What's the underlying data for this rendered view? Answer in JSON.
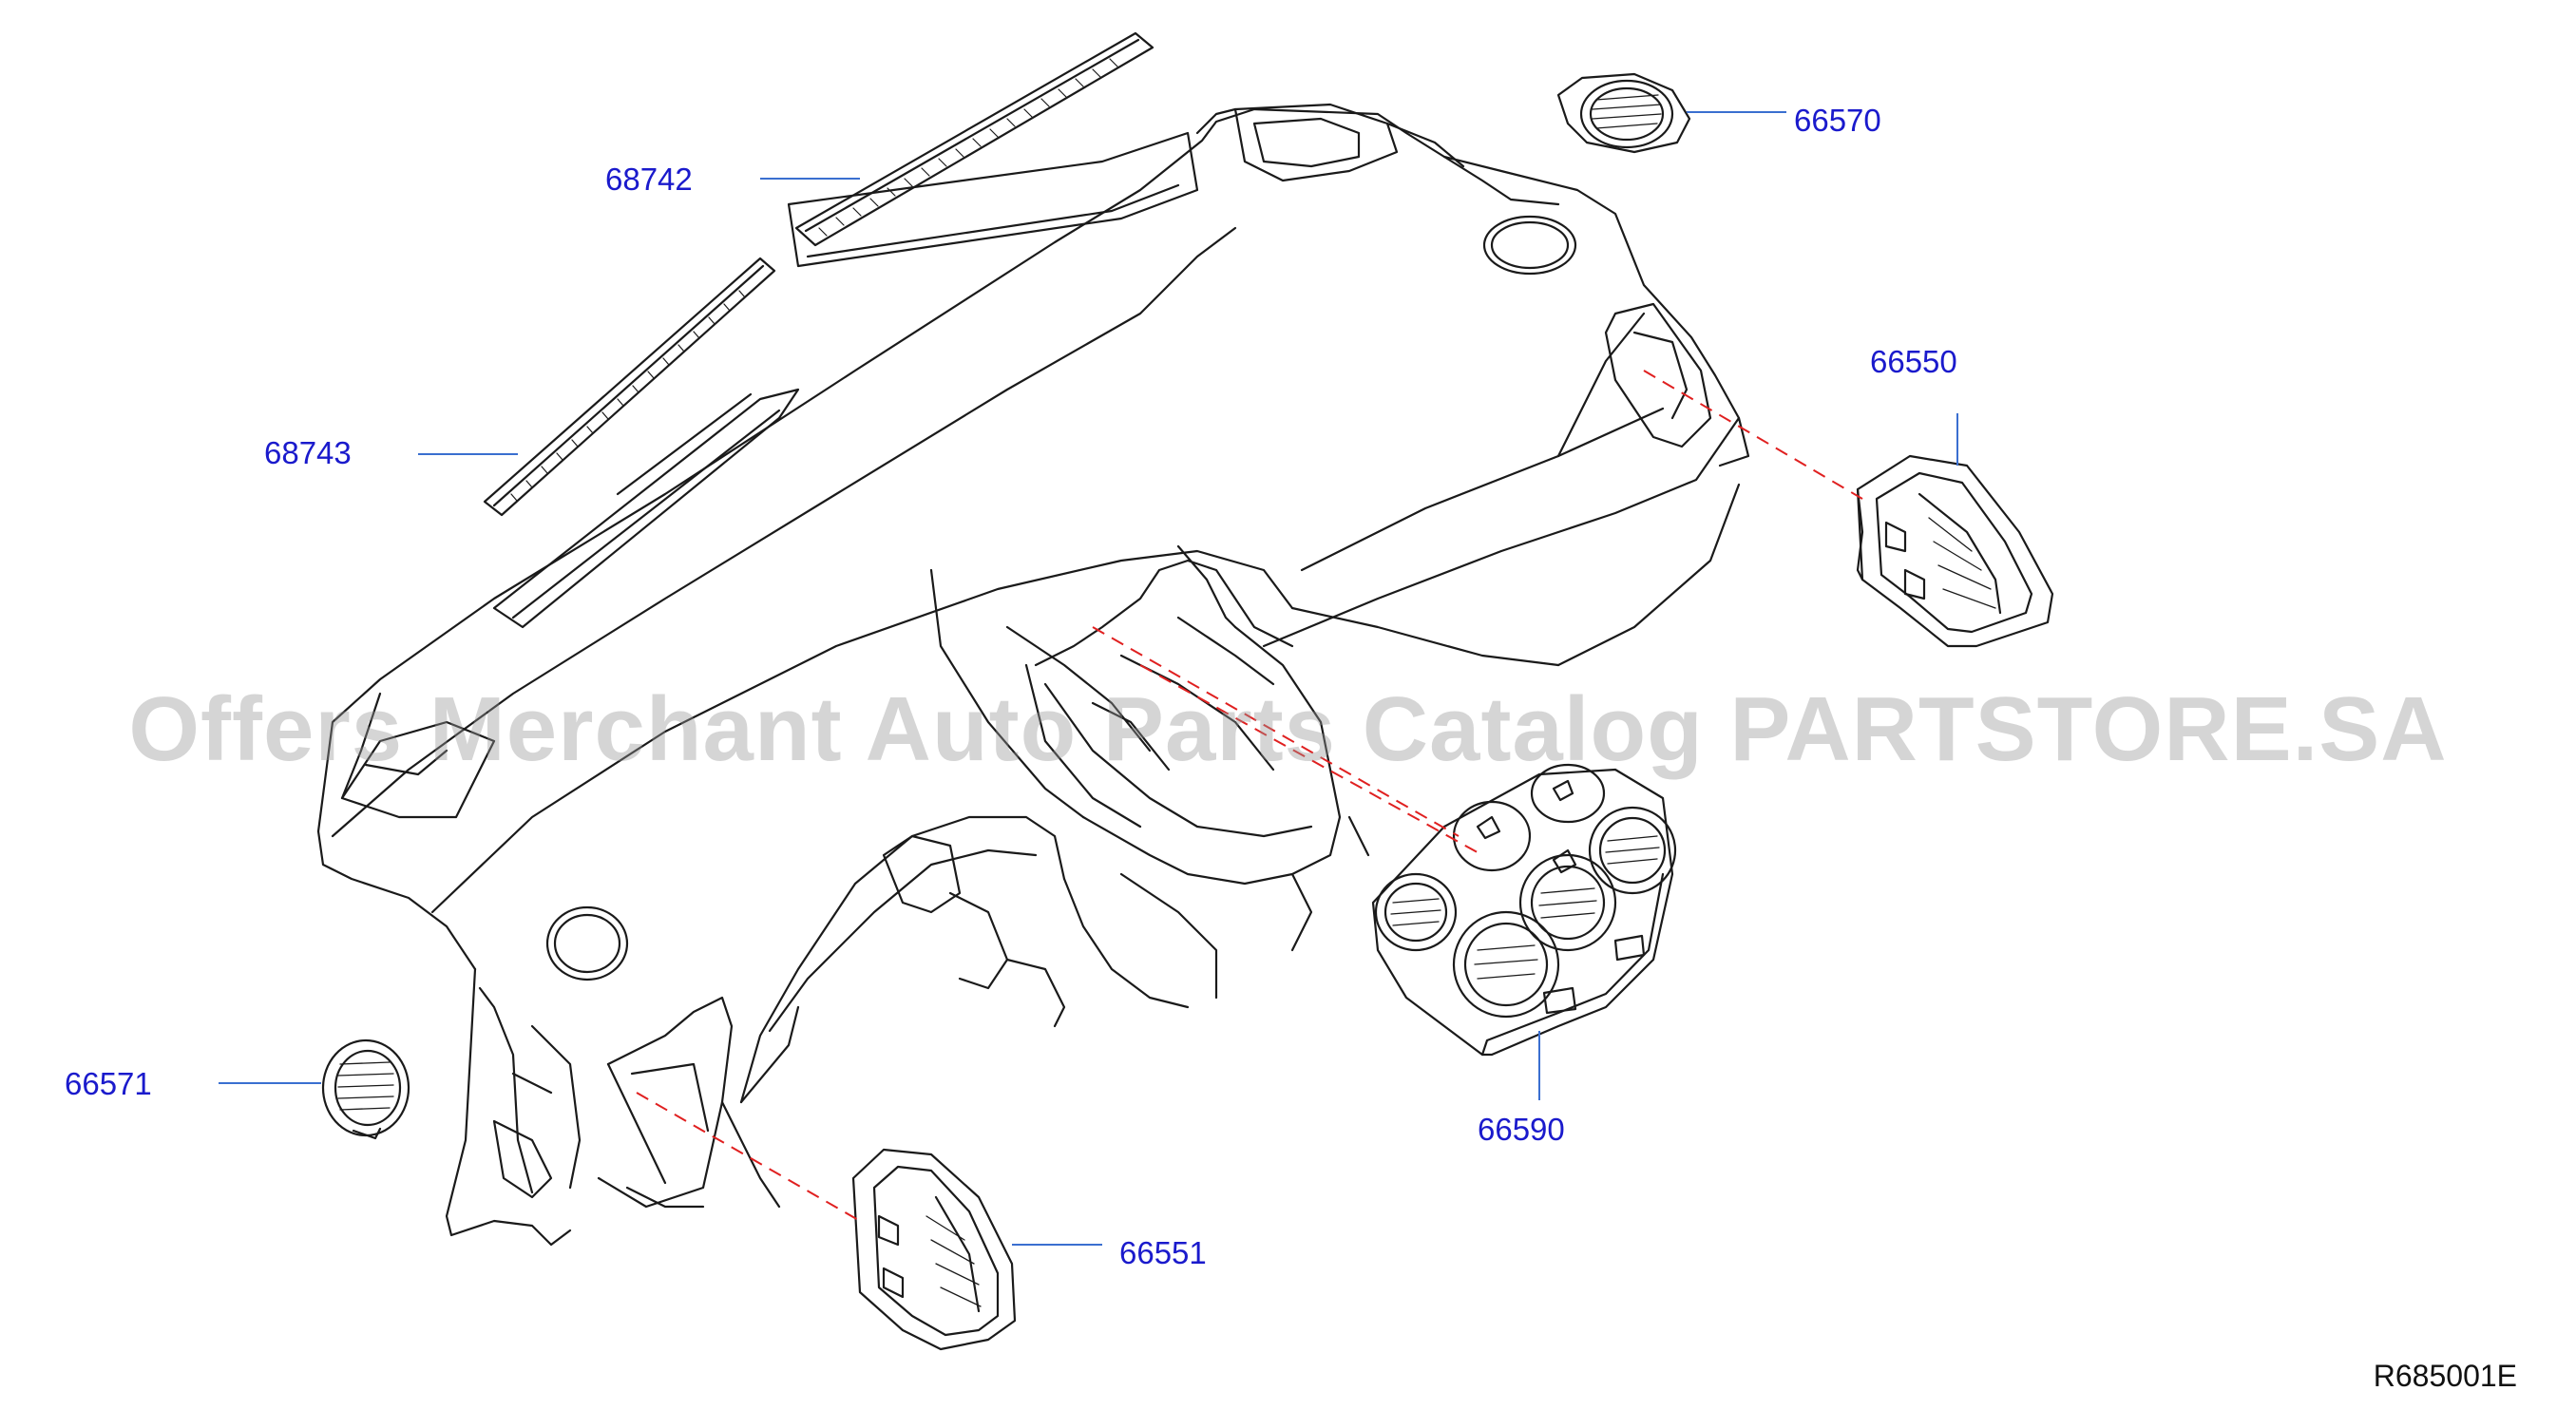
{
  "watermark": "Offers Merchant Auto Parts Catalog PARTSTORE.SA",
  "drawing_code": "R685001E",
  "colors": {
    "label": "#1a1acc",
    "leader": "#3a6fd0",
    "dash": "#e02020",
    "line": "#1a1a1a"
  },
  "parts": [
    {
      "id": "p68742",
      "number": "68742"
    },
    {
      "id": "p68743",
      "number": "68743"
    },
    {
      "id": "p66570",
      "number": "66570"
    },
    {
      "id": "p66550",
      "number": "66550"
    },
    {
      "id": "p66571",
      "number": "66571"
    },
    {
      "id": "p66590",
      "number": "66590"
    },
    {
      "id": "p66551",
      "number": "66551"
    }
  ]
}
